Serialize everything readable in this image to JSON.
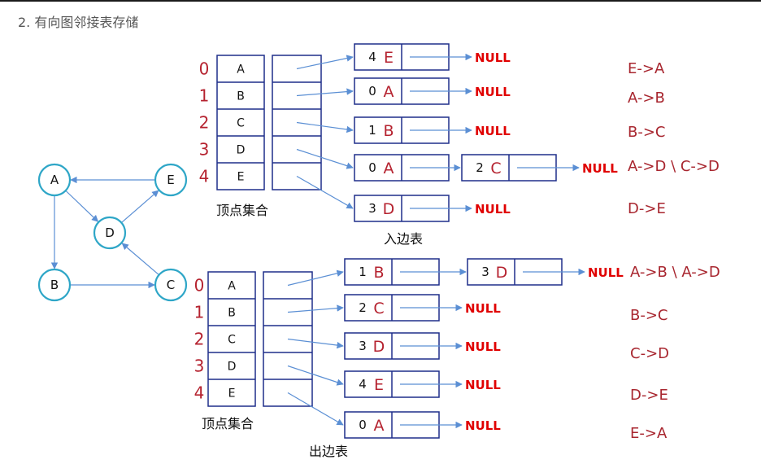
{
  "heading": "2. 有向图邻接表存储",
  "colors": {
    "grid": "#1f2e8a",
    "arrow": "#5b8fd4",
    "node_ring": "#2ea6c7",
    "index": "#b5222f",
    "null": "#e00000",
    "letter": "#b5222f",
    "note": "#a8262f",
    "text": "#111111"
  },
  "graph": {
    "nodes": [
      {
        "id": "A",
        "label": "A"
      },
      {
        "id": "E",
        "label": "E"
      },
      {
        "id": "D",
        "label": "D"
      },
      {
        "id": "B",
        "label": "B"
      },
      {
        "id": "C",
        "label": "C"
      }
    ],
    "edges": [
      {
        "from": "E",
        "to": "A"
      },
      {
        "from": "A",
        "to": "B"
      },
      {
        "from": "B",
        "to": "C"
      },
      {
        "from": "A",
        "to": "D"
      },
      {
        "from": "C",
        "to": "D"
      },
      {
        "from": "D",
        "to": "E"
      }
    ]
  },
  "in_table": {
    "indices": [
      "0",
      "1",
      "2",
      "3",
      "4"
    ],
    "vertices": [
      "A",
      "B",
      "C",
      "D",
      "E"
    ],
    "caption": "顶点集合",
    "list_caption": "入边表",
    "null_label": "NULL",
    "lists": [
      [
        {
          "index": "4",
          "letter": "E"
        }
      ],
      [
        {
          "index": "0",
          "letter": "A"
        }
      ],
      [
        {
          "index": "1",
          "letter": "B"
        }
      ],
      [
        {
          "index": "0",
          "letter": "A"
        },
        {
          "index": "2",
          "letter": "C"
        }
      ],
      [
        {
          "index": "3",
          "letter": "D"
        }
      ]
    ],
    "notes": [
      "E->A",
      "A->B",
      "B->C",
      "A->D \\ C->D",
      "D->E"
    ]
  },
  "out_table": {
    "indices": [
      "0",
      "1",
      "2",
      "3",
      "4"
    ],
    "vertices": [
      "A",
      "B",
      "C",
      "D",
      "E"
    ],
    "caption": "顶点集合",
    "list_caption": "出边表",
    "null_label": "NULL",
    "lists": [
      [
        {
          "index": "1",
          "letter": "B"
        },
        {
          "index": "3",
          "letter": "D"
        }
      ],
      [
        {
          "index": "2",
          "letter": "C"
        }
      ],
      [
        {
          "index": "3",
          "letter": "D"
        }
      ],
      [
        {
          "index": "4",
          "letter": "E"
        }
      ],
      [
        {
          "index": "0",
          "letter": "A"
        }
      ]
    ],
    "notes": [
      "A->B \\ A->D",
      "B->C",
      "C->D",
      "D->E",
      "E->A"
    ]
  }
}
